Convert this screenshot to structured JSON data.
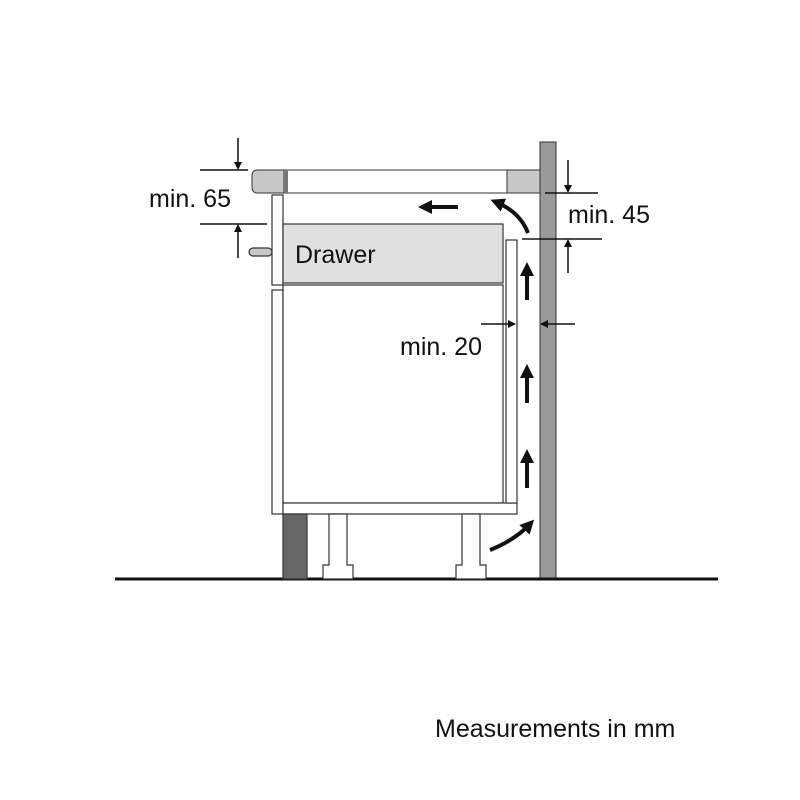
{
  "labels": {
    "drawer": "Drawer",
    "min_65": "min. 65",
    "min_45": "min. 45",
    "min_20": "min. 20",
    "units_note": "Measurements in mm"
  },
  "colors": {
    "wall": "#9a9a9a",
    "plinth": "#666666",
    "drawer": "#e0e0e0",
    "hob_trim": "#c8c8c8",
    "line": "#111111"
  }
}
